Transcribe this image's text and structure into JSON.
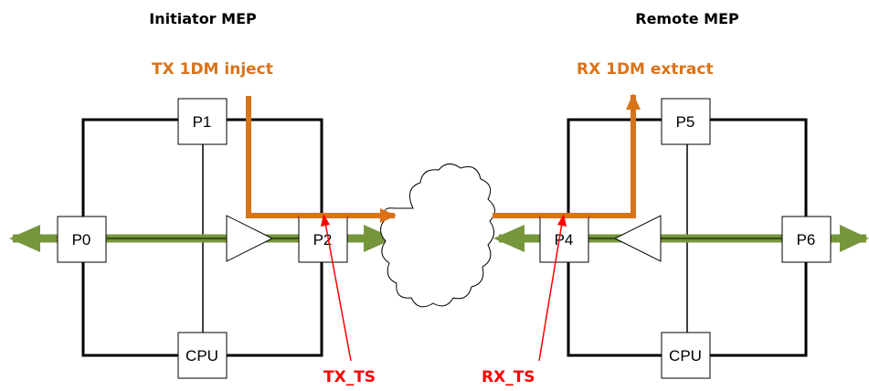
{
  "headings": {
    "initiator": "Initiator MEP",
    "remote": "Remote MEP"
  },
  "flows": {
    "tx_inject": "TX 1DM inject",
    "rx_extract": "RX 1DM extract"
  },
  "timestamps": {
    "tx": "TX_TS",
    "rx": "RX_TS"
  },
  "ports": {
    "p0": "P0",
    "p1": "P1",
    "p2": "P2",
    "cpu_left": "CPU",
    "p4": "P4",
    "p5": "P5",
    "p6": "P6",
    "cpu_right": "CPU"
  },
  "colors": {
    "frame_flow": "#d9731a",
    "data_path": "#76963c",
    "timestamp": "#ff0000",
    "outline": "#000000"
  }
}
